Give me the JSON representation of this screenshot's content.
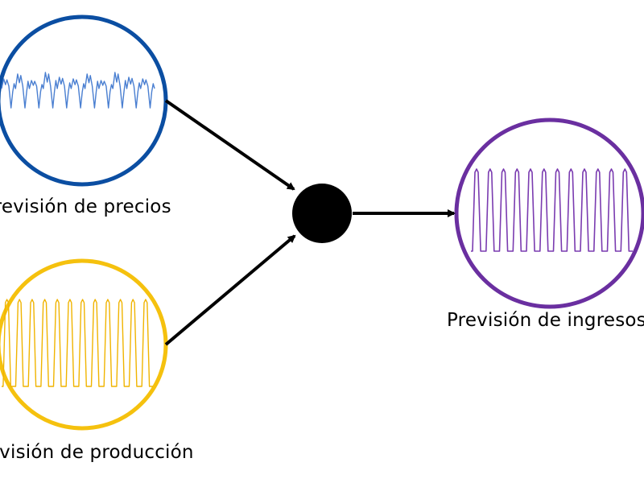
{
  "nodes": {
    "price": {
      "label": "Previsión de precios",
      "color": "#0b4ea2",
      "wave_color": "#4a7fd1",
      "waveform": "irregular-spiky"
    },
    "production": {
      "label": "Previsión de producción",
      "color": "#f5c10e",
      "wave_color": "#f0b400",
      "waveform": "periodic-pulses"
    },
    "revenue": {
      "label": "Previsión de ingresos",
      "color": "#6a2fa0",
      "wave_color": "#7a3bb0",
      "waveform": "periodic-pulses"
    }
  },
  "combiner": {
    "color": "#000000",
    "shape": "filled-circle"
  },
  "arrows": {
    "color": "#000000"
  }
}
